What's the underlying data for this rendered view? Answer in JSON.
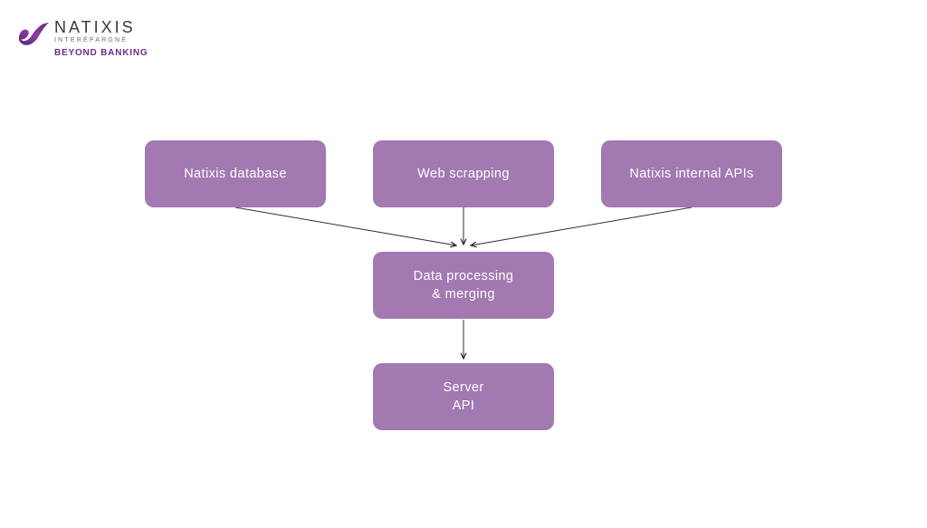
{
  "logo": {
    "brand": "NATIXIS",
    "division": "INTERÉPARGNE",
    "tagline": "BEYOND BANKING"
  },
  "diagram": {
    "nodes": {
      "natixis_database": {
        "lines": [
          "Natixis database"
        ]
      },
      "web_scrapping": {
        "lines": [
          "Web scrapping"
        ]
      },
      "natixis_internal_apis": {
        "lines": [
          "Natixis internal APIs"
        ]
      },
      "data_processing": {
        "lines": [
          "Data processing",
          "& merging"
        ]
      },
      "server_api": {
        "lines": [
          "Server",
          "API"
        ]
      }
    },
    "edges": [
      {
        "from": "natixis_database",
        "to": "data_processing"
      },
      {
        "from": "web_scrapping",
        "to": "data_processing"
      },
      {
        "from": "natixis_internal_apis",
        "to": "data_processing"
      },
      {
        "from": "data_processing",
        "to": "server_api"
      }
    ],
    "colors": {
      "node_fill": "#a279b1",
      "node_text": "#ffffff",
      "arrow": "#2f2f2f",
      "background": "#ffffff",
      "logo_purple": "#6d2c87"
    }
  }
}
